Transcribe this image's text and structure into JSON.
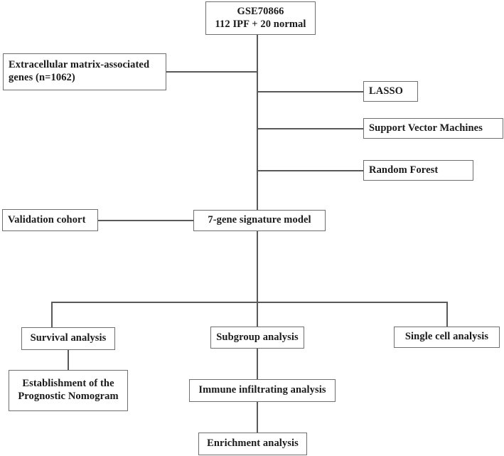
{
  "figure": {
    "type": "flowchart",
    "orientation": "top-down",
    "background_color": "#ffffff",
    "box_border_color": "#6f6f6f",
    "connector_color": "#595959",
    "text_color": "#1a1a1a"
  },
  "nodes": {
    "dataset": {
      "label": "GSE70866\n112 IPF + 20 normal",
      "line1": "GSE70866",
      "line2": "112 IPF + 20 normal",
      "align": "center"
    },
    "ecm_genes": {
      "label": "Extracellular matrix-associated\ngenes (n=1062)",
      "line1": "Extracellular matrix-associated",
      "line2": "genes (n=1062)",
      "gene_count": 1062,
      "align": "left"
    },
    "lasso": {
      "label": "LASSO",
      "align": "left"
    },
    "svm": {
      "label": "Support Vector Machines",
      "align": "left"
    },
    "random_forest": {
      "label": "Random Forest",
      "align": "left"
    },
    "validation_cohort": {
      "label": "Validation cohort",
      "align": "left"
    },
    "signature_model": {
      "label": "7-gene signature model",
      "gene_count": 7,
      "align": "center"
    },
    "survival_analysis": {
      "label": "Survival analysis",
      "align": "center"
    },
    "nomogram": {
      "label": "Establishment of the\nPrognostic Nomogram",
      "line1": "Establishment of the",
      "line2": "Prognostic Nomogram",
      "align": "center"
    },
    "subgroup_analysis": {
      "label": "Subgroup analysis",
      "align": "center"
    },
    "immune_infiltrating": {
      "label": "Immune infiltrating analysis",
      "align": "center"
    },
    "enrichment_analysis": {
      "label": "Enrichment analysis",
      "align": "center"
    },
    "single_cell": {
      "label": "Single cell analysis",
      "align": "center"
    }
  },
  "connections": [
    {
      "from": "dataset",
      "to": "ecm_genes"
    },
    {
      "from": "dataset",
      "to": "lasso"
    },
    {
      "from": "dataset",
      "to": "svm"
    },
    {
      "from": "dataset",
      "to": "random_forest"
    },
    {
      "from": "dataset",
      "to": "signature_model"
    },
    {
      "from": "validation_cohort",
      "to": "signature_model"
    },
    {
      "from": "signature_model",
      "to": "survival_analysis"
    },
    {
      "from": "signature_model",
      "to": "subgroup_analysis"
    },
    {
      "from": "signature_model",
      "to": "single_cell"
    },
    {
      "from": "survival_analysis",
      "to": "nomogram"
    },
    {
      "from": "subgroup_analysis",
      "to": "immune_infiltrating"
    },
    {
      "from": "immune_infiltrating",
      "to": "enrichment_analysis"
    }
  ]
}
